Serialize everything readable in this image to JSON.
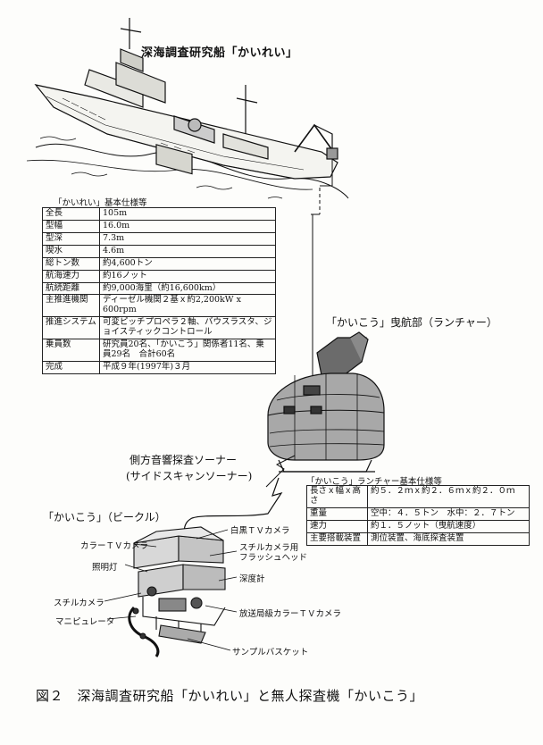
{
  "ship": {
    "title": "深海調査研究船「かいれい」",
    "spec_caption": "「かいれい」基本仕様等",
    "specs": [
      {
        "k": "全長",
        "v": "105m"
      },
      {
        "k": "型幅",
        "v": "16.0m"
      },
      {
        "k": "型深",
        "v": "7.3m"
      },
      {
        "k": "喫水",
        "v": "4.6m"
      },
      {
        "k": "総トン数",
        "v": "約4,600トン"
      },
      {
        "k": "航海速力",
        "v": "約16ノット"
      },
      {
        "k": "航続距離",
        "v": "約9,000海里（約16,600km）"
      },
      {
        "k": "主推進機関",
        "v": "ディーゼル機関２基ｘ約2,200kW x 600rpm"
      },
      {
        "k": "推進システム",
        "v": "可変ピッチプロペラ２軸、バウスラスタ、ジョイスティックコントロール"
      },
      {
        "k": "乗員数",
        "v": "研究員20名、「かいこう」関係者11名、乗員29名　合計60名"
      },
      {
        "k": "完成",
        "v": "平成９年(1997年)３月"
      }
    ]
  },
  "launcher": {
    "title": "「かいこう」曳航部（ランチャー）",
    "sonar_label_1": "側方音響探査ソーナー",
    "sonar_label_2": "(サイドスキャンソーナー)",
    "spec_caption": "「かいこう」ランチャー基本仕様等",
    "specs": [
      {
        "k": "長さｘ幅ｘ高さ",
        "v": "約５．２ｍｘ約２．６ｍｘ約２．０ｍ"
      },
      {
        "k": "重量",
        "v": "空中：４．５トン　水中：２．７トン"
      },
      {
        "k": "速力",
        "v": "約１．５ノット（曳航速度）"
      },
      {
        "k": "主要搭載装置",
        "v": "測位装置、海底探査装置"
      }
    ]
  },
  "vehicle": {
    "title": "「かいこう」（ビークル）",
    "labels": {
      "bw_tv": "白黒ＴＶカメラ",
      "color_tv": "カラーＴＶカメラ",
      "still_flash": "スチルカメラ用\nフラッシュヘッド",
      "light": "照明灯",
      "depth": "深度計",
      "still_camera": "スチルカメラ",
      "broadcast_tv": "放送局級カラーＴＶカメラ",
      "manipulator": "マニピュレータ",
      "sample_basket": "サンプルバスケット"
    }
  },
  "figure_caption": "図２　深海調査研究船「かいれい」と無人探査機「かいこう」"
}
